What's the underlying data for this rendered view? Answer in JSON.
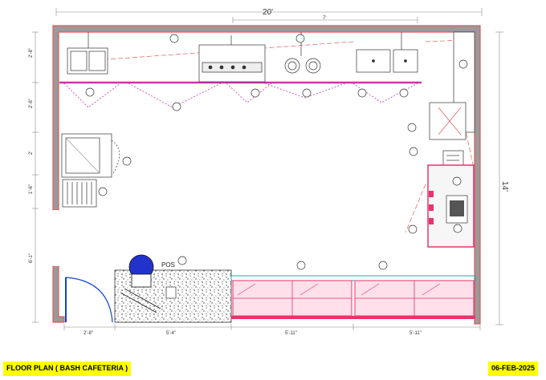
{
  "dimensions": {
    "total_width": "20'",
    "top_segment": "7'",
    "right_height": "14'",
    "left_1": "2'-8\"",
    "left_2": "2'-6\"",
    "left_3": "2'",
    "left_4": "1'-6\"",
    "left_5": "6'-1\"",
    "bottom_1": "2'-8\"",
    "bottom_2": "5'-4\"",
    "bottom_3": "5'-11\"",
    "bottom_4": "5'-11\""
  },
  "labels": {
    "pos": "POS"
  },
  "footer": {
    "title": "FLOOR PLAN ( BASH CAFETERIA )",
    "date": "06-FEB-2025"
  },
  "colors": {
    "wall": "#e05a5a",
    "hood": "#cc33aa",
    "counter": "#e8336b",
    "teal": "#22aaaa",
    "highlight": "#ffff00",
    "chair": "#2233cc"
  }
}
